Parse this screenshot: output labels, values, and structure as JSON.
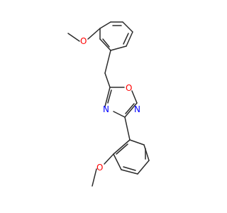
{
  "molecule": {
    "atoms": {
      "o_ring": "O",
      "n_2": "N",
      "n_4": "N",
      "o_top_methoxy": "O",
      "o_bottom_methoxy": "O"
    },
    "colors": {
      "oxygen": "#ff0000",
      "nitrogen": "#0000ff",
      "bond": "#2b2b2b"
    }
  }
}
